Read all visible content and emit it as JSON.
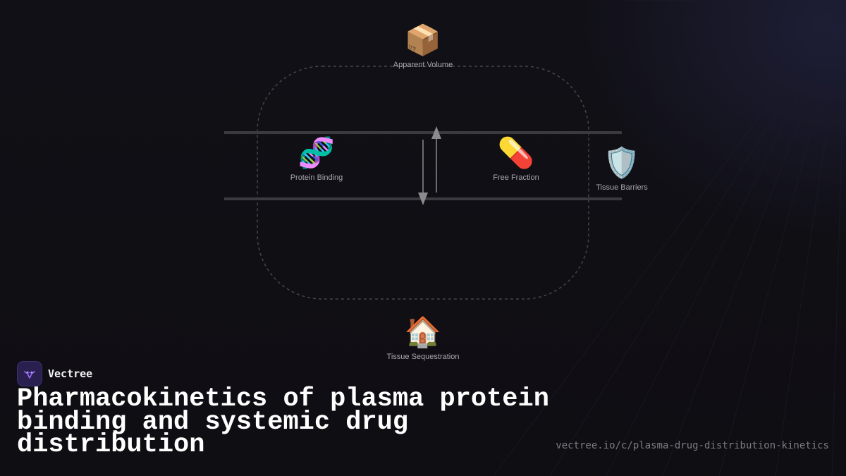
{
  "diagram": {
    "nodes": {
      "apparent_volume": {
        "icon": "📦",
        "icon_name": "package-icon",
        "label": "Apparent Volume"
      },
      "protein_binding": {
        "icon": "🧬",
        "icon_name": "dna-icon",
        "label": "Protein Binding"
      },
      "free_fraction": {
        "icon": "💊",
        "icon_name": "pill-icon",
        "label": "Free Fraction"
      },
      "tissue_barriers": {
        "icon": "🛡️",
        "icon_name": "shield-icon",
        "label": "Tissue Barriers"
      },
      "tissue_sequestration": {
        "icon": "🏠",
        "icon_name": "house-icon",
        "label": "Tissue Sequestration"
      }
    }
  },
  "brand": {
    "name": "Vectree",
    "icon_name": "vectree-logo-icon"
  },
  "headline": "Pharmacokinetics of plasma protein binding and systemic drug distribution",
  "url": "vectree.io/c/plasma-drug-distribution-kinetics",
  "colors": {
    "background": "#111016",
    "line": "#3a3a3f",
    "arrow": "#8a8a8f",
    "label": "#a7a7ad",
    "accent": "#8b5cf6"
  }
}
